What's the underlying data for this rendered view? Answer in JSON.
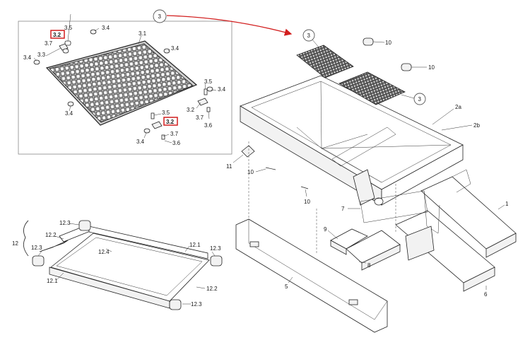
{
  "callouts": {
    "detail_ref": "3",
    "hopper_grid_a": "3",
    "hopper_grid_b": "3"
  },
  "inset": {
    "labels": {
      "l3_1": "3.1",
      "l3_2_hl_top": "3.2",
      "l3_2_hl_bottom": "3.2",
      "l3_2_right": "3.2",
      "l3_3": "3.3",
      "l3_4_a": "3.4",
      "l3_4_b": "3.4",
      "l3_4_c": "3.4",
      "l3_4_d": "3.4",
      "l3_4_e": "3.4",
      "l3_4_f": "3.4",
      "l3_5_a": "3.5",
      "l3_5_b": "3.5",
      "l3_5_c": "3.5",
      "l3_6_a": "3.6",
      "l3_6_b": "3.6",
      "l3_7_a": "3.7",
      "l3_7_b": "3.7",
      "l3_7_c": "3.7"
    }
  },
  "cover": {
    "labels": {
      "l12": "12",
      "l12_1_top": "12.1",
      "l12_1_bottom": "12.1",
      "l12_2_left": "12.2",
      "l12_2_right": "12.2",
      "l12_3_tl": "12.3",
      "l12_3_left": "12.3",
      "l12_3_right": "12.3",
      "l12_3_bottom": "12.3",
      "l12_4": "12.4"
    }
  },
  "main": {
    "labels": {
      "l1": "1",
      "l2a": "2a",
      "l2b": "2b",
      "l5": "5",
      "l6": "6",
      "l7": "7",
      "l8": "8",
      "l9": "9",
      "l10_a": "10",
      "l10_b": "10",
      "l10_c": "10",
      "l10_d": "10",
      "l11": "11"
    }
  },
  "colors": {
    "highlight": "#d21f1f",
    "arrow": "#d21f1f",
    "line": "#222222"
  }
}
